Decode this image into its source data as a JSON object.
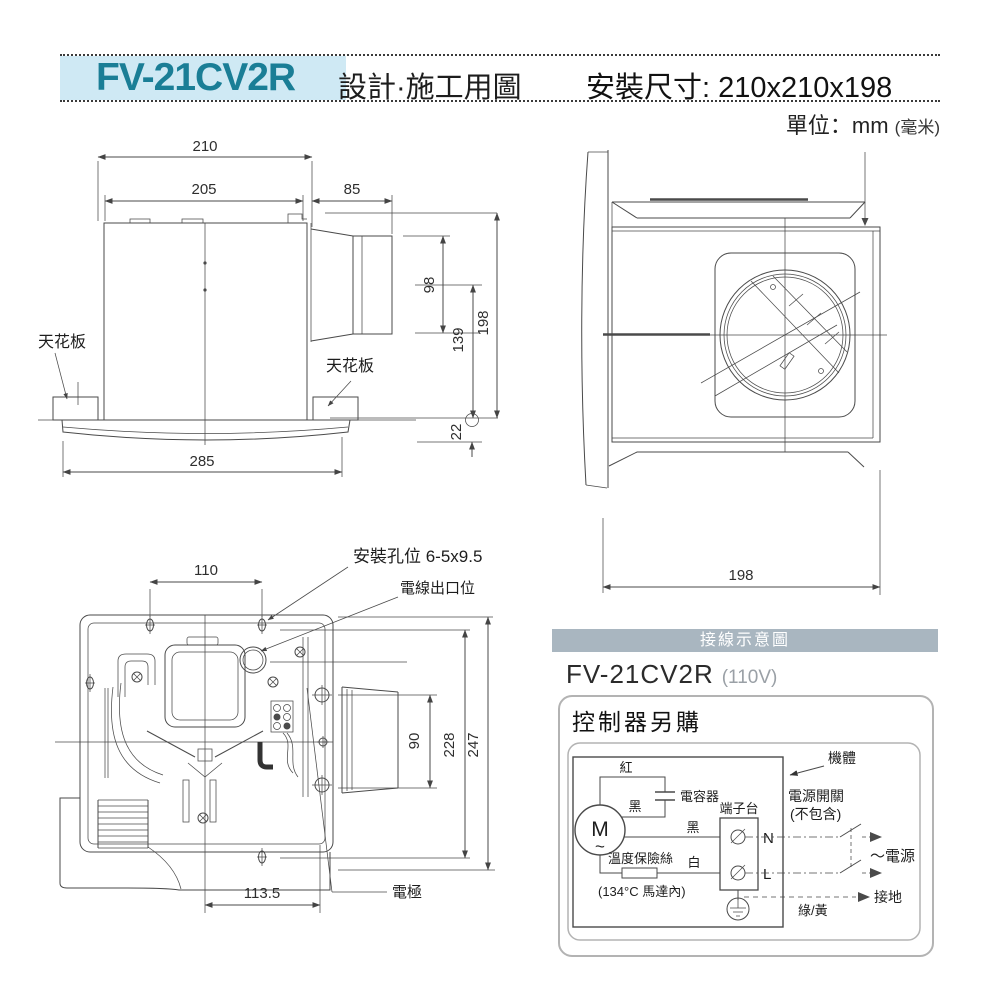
{
  "style": {
    "accent_teal": "#1a7e96",
    "model_highlight_bg": "#cfe9f4",
    "wiring_header_bg": "#a9b6c0",
    "line_color": "#4a4a4a"
  },
  "header": {
    "model": "FV-21CV2R",
    "title": "設計·施工用圖",
    "install_size": "安裝尺寸: 210x210x198",
    "unit_note_main": "單位：mm ",
    "unit_note_paren": "(毫米)"
  },
  "side_view": {
    "dim_210": "210",
    "dim_205": "205",
    "dim_85": "85",
    "dim_98": "98",
    "dim_139": "139",
    "dim_198": "198",
    "dim_22": "22",
    "dim_285": "285",
    "label_ceiling_left": "天花板",
    "label_ceiling_right": "天花板"
  },
  "front_view": {
    "dim_198": "198"
  },
  "bottom_view": {
    "label_mounting_holes": "安裝孔位 6-5x9.5",
    "label_wire_outlet": "電線出口位",
    "label_electrode": "電極",
    "dim_110": "110",
    "dim_90": "90",
    "dim_228": "228",
    "dim_247": "247",
    "dim_113_5": "113.5"
  },
  "wiring": {
    "header": "接線示意圖",
    "model": "FV-21CV2R",
    "voltage": "(110V)",
    "controller_note": "控制器另購",
    "body": "機體",
    "motor": "M",
    "motor_tilde": "~",
    "wire_red": "紅",
    "wire_black_cap": "黑",
    "capacitor": "電容器",
    "terminal_block": "端子台",
    "wire_black_main": "黑",
    "terminal_n": "N",
    "terminal_l": "L",
    "thermal_fuse": "溫度保險絲",
    "wire_white": "白",
    "fuse_note": "(134°C 馬達內)",
    "power_switch": "電源開關",
    "not_included": "(不包含)",
    "power": "～電源",
    "ground": "接地",
    "green_yellow": "綠/黃"
  }
}
